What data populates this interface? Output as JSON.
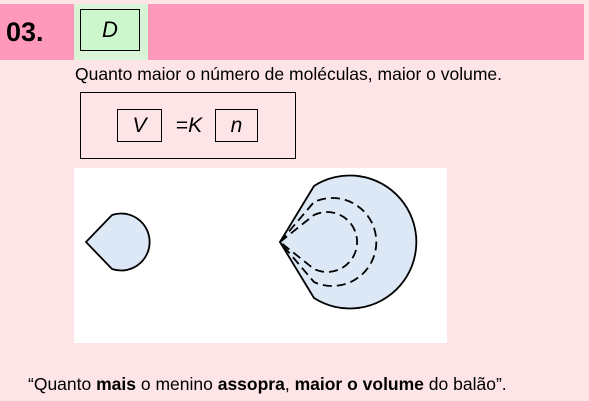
{
  "question": {
    "number": "03.",
    "answer": "D"
  },
  "statement": "Quanto maior o número de moléculas, maior o volume.",
  "formula": {
    "left": "V",
    "equals": "=",
    "constant": "K",
    "right": "n"
  },
  "caption": {
    "open_quote": "“",
    "part1": "Quanto ",
    "bold1": "mais",
    "part2": " o menino ",
    "bold2": "assopra",
    "part3": ", ",
    "bold3": "maior o volume",
    "part4": " do balão",
    "close_quote": "”."
  },
  "colors": {
    "header_bar": "#ff99bb",
    "answer_cell": "#d8f3d6",
    "page_background": "#fde4e6",
    "balloon_fill": "#dce8f5"
  }
}
